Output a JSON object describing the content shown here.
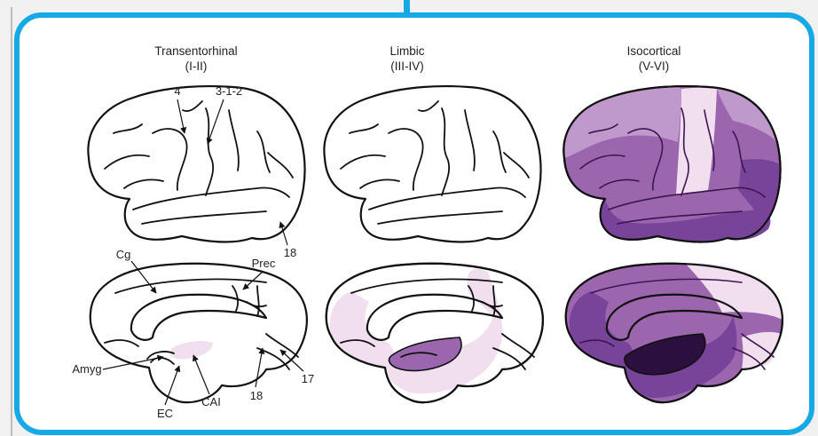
{
  "colors": {
    "frame": "#15a9e6",
    "background": "#f1f1f1",
    "panel": "#ffffff",
    "stage_light": "#f1dff0",
    "stage_medium": "#d6b8d9",
    "stage_strong": "#9b66ad",
    "stage_dark": "#78449a",
    "stage_darkest": "#2b0f3f"
  },
  "stages": [
    {
      "name": "Transentorhinal",
      "range": "(I-II)"
    },
    {
      "name": "Limbic",
      "range": "(III-IV)"
    },
    {
      "name": "Isocortical",
      "range": "(V-VI)"
    }
  ],
  "labels": {
    "area_4": "4",
    "area_312": "3-1-2",
    "area_18_lateral": "18",
    "cg": "Cg",
    "prec": "Prec",
    "amyg": "Amyg",
    "ec": "EC",
    "cai": "CAI",
    "area_18_medial": "18",
    "area_17": "17"
  }
}
